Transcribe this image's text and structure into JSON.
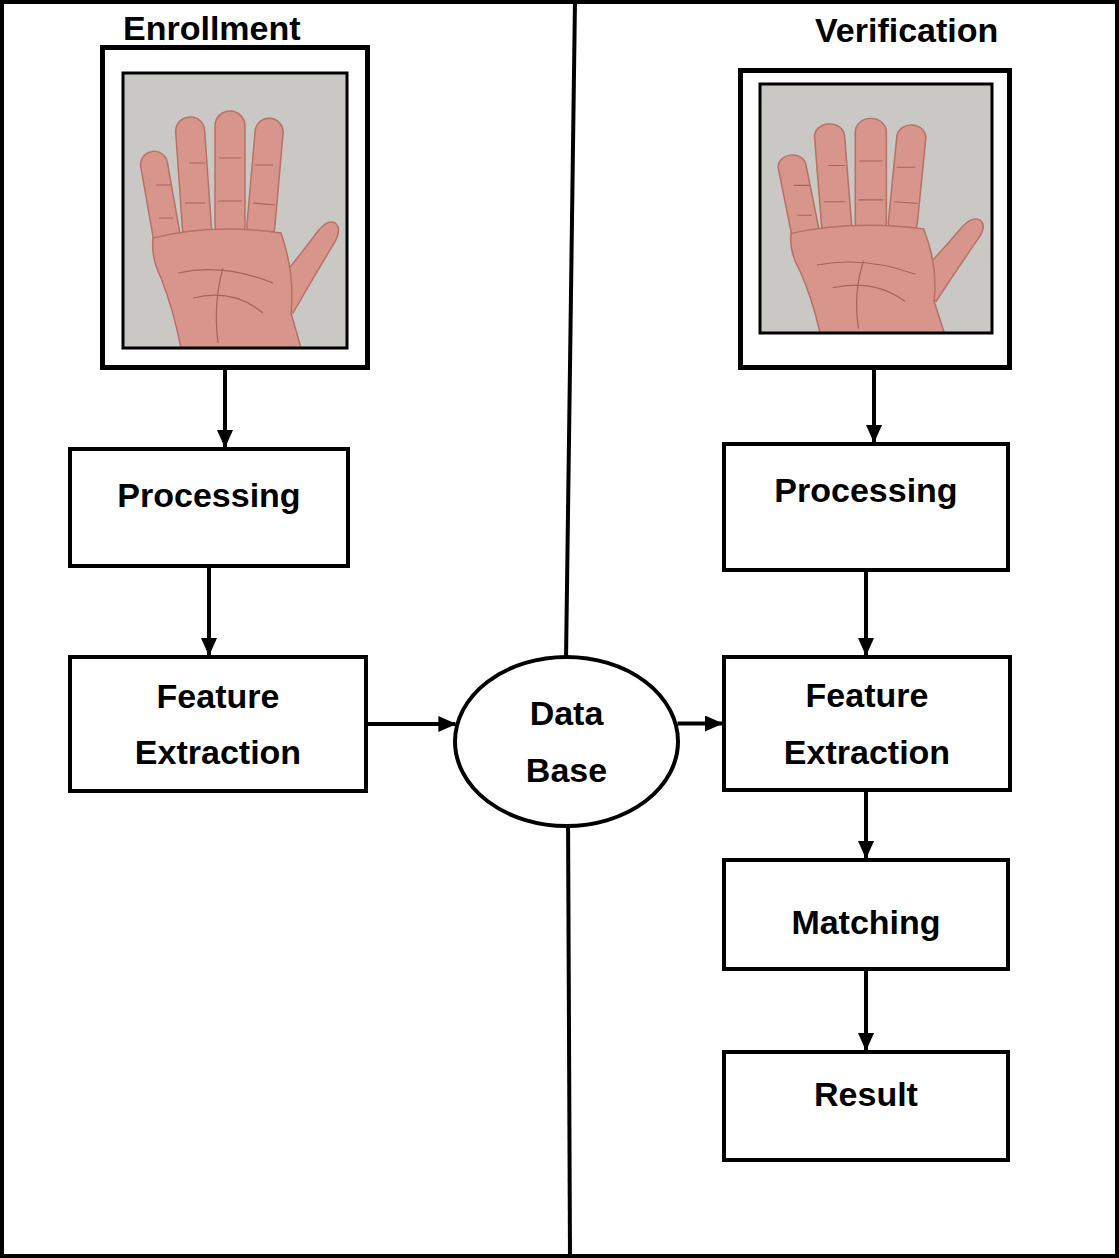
{
  "diagram": {
    "nodes": [
      {
        "text": [
          "Enrollment"
        ]
      },
      {
        "text": [
          "Processing"
        ]
      },
      {
        "text": [
          "Feature Extraction"
        ]
      },
      {
        "text": [
          "Data Base"
        ]
      },
      {
        "text": [
          "Verification"
        ]
      },
      {
        "text": [
          "Processing"
        ]
      },
      {
        "text": [
          "Feature Extraction"
        ]
      },
      {
        "text": [
          "Matching"
        ]
      },
      {
        "text": [
          "Result"
        ]
      }
    ],
    "edges": [
      {
        "from": 0,
        "to": 1,
        "arrow": "to"
      },
      {
        "from": 1,
        "to": 2,
        "arrow": "to"
      },
      {
        "from": 2,
        "to": 3,
        "arrow": "to"
      },
      {
        "from": 4,
        "to": 5,
        "arrow": "to"
      },
      {
        "from": 5,
        "to": 6,
        "arrow": "to"
      },
      {
        "from": 3,
        "to": 6,
        "arrow": "to"
      },
      {
        "from": 6,
        "to": 7,
        "arrow": "to"
      },
      {
        "from": 7,
        "to": 8,
        "arrow": "to"
      }
    ]
  }
}
